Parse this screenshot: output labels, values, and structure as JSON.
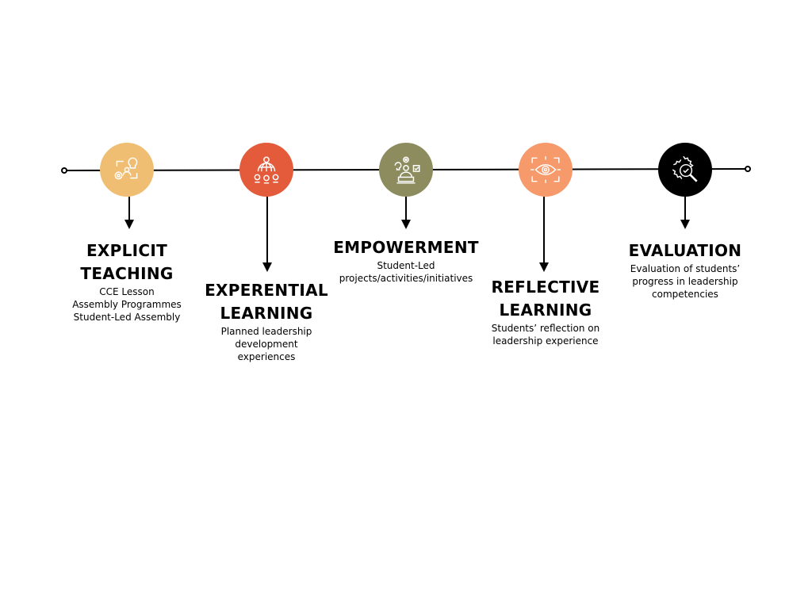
{
  "stages": [
    {
      "title": "EXPLICIT\nTEACHING",
      "description": "CCE Lesson\nAssembly Programmes\nStudent-Led Assembly",
      "icon": "idea-process-icon",
      "color": "#F0BE73"
    },
    {
      "title": "EXPERENTIAL\nLEARNING",
      "description": "Planned leadership\ndevelopment\nexperiences",
      "icon": "globe-network-icon",
      "color": "#E35B3A"
    },
    {
      "title": "EMPOWERMENT",
      "description": "Student-Led\nprojects/activities/initiatives",
      "icon": "person-laptop-icon",
      "color": "#8C8C5F"
    },
    {
      "title": "REFLECTIVE\nLEARNING",
      "description": "Students’ reflection on\nleadership experience",
      "icon": "eye-focus-icon",
      "color": "#F69A6B"
    },
    {
      "title": "EVALUATION",
      "description": "Evaluation of students’\nprogress in leadership\ncompetencies",
      "icon": "gear-search-icon",
      "color": "#000000"
    }
  ]
}
